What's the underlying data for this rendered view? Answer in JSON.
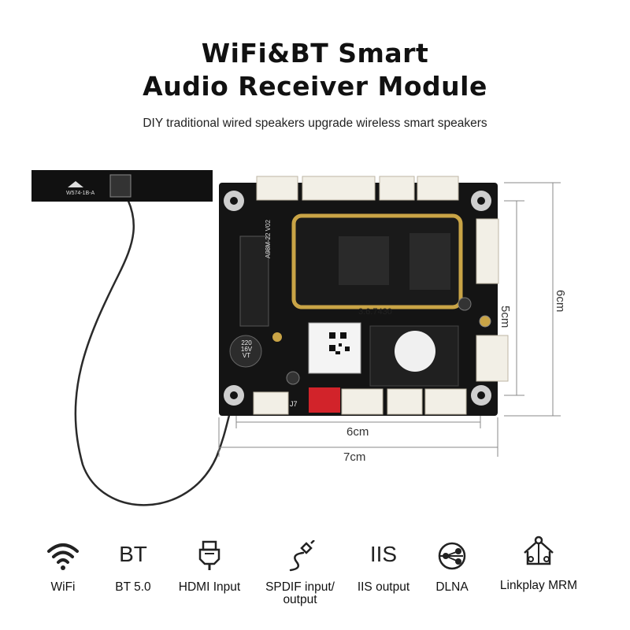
{
  "header": {
    "title_line1": "WiFi&BT Smart",
    "title_line2": "Audio Receiver Module",
    "subtitle": "DIY traditional wired speakers upgrade wireless smart speakers"
  },
  "product": {
    "antenna_marking": "W574-1B-A",
    "pcb_model": "A98M-22 V02",
    "firmware_sticker": "3.6.7430",
    "capacitor_marking": [
      "220",
      "16V",
      "VT"
    ],
    "connector_label": "J7",
    "dimensions": {
      "inner_width": "6cm",
      "outer_width": "7cm",
      "inner_height": "5cm",
      "outer_height": "6cm"
    }
  },
  "features": [
    {
      "label": "WiFi",
      "icon": "wifi-icon"
    },
    {
      "label": "BT 5.0",
      "icon_text": "BT",
      "icon": "bt-text-icon"
    },
    {
      "label": "HDMI Input",
      "icon": "hdmi-icon"
    },
    {
      "label": "SPDIF input/\noutput",
      "icon": "optical-cable-icon"
    },
    {
      "label": "IIS output",
      "icon_text": "IIS",
      "icon": "iis-text-icon"
    },
    {
      "label": "DLNA",
      "icon": "dlna-icon"
    },
    {
      "label": "Linkplay MRM",
      "icon": "network-home-icon"
    }
  ]
}
